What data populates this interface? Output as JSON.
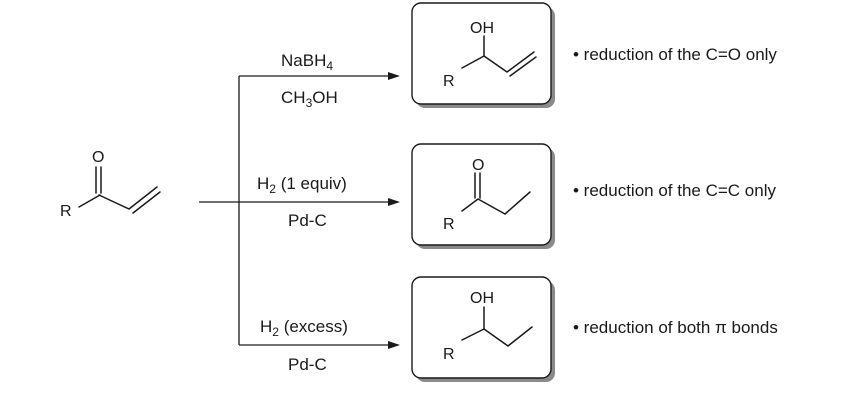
{
  "starting_material": {
    "oxygen_label": "O",
    "r_label": "R"
  },
  "reactions": [
    {
      "reagent_top": "NaBH",
      "reagent_top_sub": "4",
      "reagent_bottom_pre": "CH",
      "reagent_bottom_sub": "3",
      "reagent_bottom_post": "OH",
      "product_group_label": "OH",
      "product_r_label": "R",
      "note": "• reduction of the C=O only"
    },
    {
      "reagent_top_pre": "H",
      "reagent_top_sub": "2",
      "reagent_top_post": " (1 equiv)",
      "reagent_bottom": "Pd-C",
      "product_group_label": "O",
      "product_r_label": "R",
      "note": "• reduction of the C=C only"
    },
    {
      "reagent_top_pre": "H",
      "reagent_top_sub": "2",
      "reagent_top_post": " (excess)",
      "reagent_bottom": "Pd-C",
      "product_group_label": "OH",
      "product_r_label": "R",
      "note": "• reduction of both π bonds"
    }
  ]
}
